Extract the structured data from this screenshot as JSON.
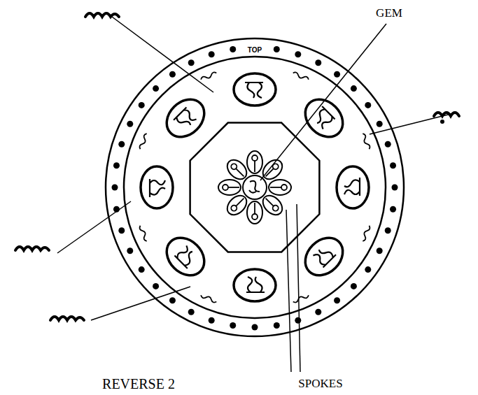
{
  "diagram": {
    "labels": [
      "TOP",
      "GEM",
      "SPOKES",
      "REVERSE 2"
    ]
  }
}
